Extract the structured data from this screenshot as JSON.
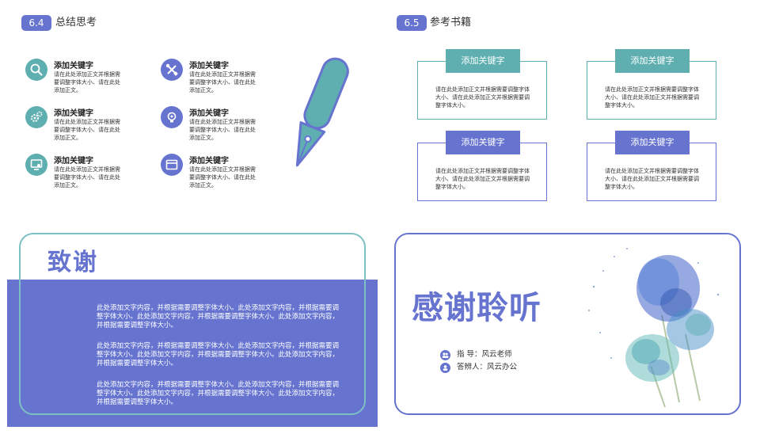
{
  "section_64": {
    "badge": "6.4",
    "title": "总结思考"
  },
  "section_65": {
    "badge": "6.5",
    "title": "参考书籍"
  },
  "keywords": [
    {
      "title": "添加关键字",
      "desc": "请在此处添加正文并根据需要调整字体大小、请在此处添加正文。",
      "icon": "search-icon"
    },
    {
      "title": "添加关键字",
      "desc": "请在此处添加正文并根据需要调整字体大小、请在此处添加正文。",
      "icon": "tools-icon"
    },
    {
      "title": "添加关键字",
      "desc": "请在此处添加正文并根据需要调整字体大小、请在此处添加正文。",
      "icon": "gears-icon"
    },
    {
      "title": "添加关键字",
      "desc": "请在此处添加正文并根据需要调整字体大小、请在此处添加正文。",
      "icon": "lightbulb-icon"
    },
    {
      "title": "添加关键字",
      "desc": "请在此处添加正文并根据需要调整字体大小、请在此处添加正文。",
      "icon": "monitor-icon"
    },
    {
      "title": "添加关键字",
      "desc": "请在此处添加正文并根据需要调整字体大小、请在此处添加正文。",
      "icon": "window-icon"
    }
  ],
  "books": [
    {
      "tag": "添加关键字",
      "desc": "请在此处添加正文并根据需要调整字体大小、请在此处添加正文并根据需要调整字体大小。"
    },
    {
      "tag": "添加关键字",
      "desc": "请在此处添加正文并根据需要调整字体大小、请在此处添加正文并根据需要调整字体大小。"
    },
    {
      "tag": "添加关键字",
      "desc": "请在此处添加正文并根据需要调整字体大小、请在此处添加正文并根据需要调整字体大小。"
    },
    {
      "tag": "添加关键字",
      "desc": "请在此处添加正文并根据需要调整字体大小、请在此处添加正文并根据需要调整字体大小。"
    }
  ],
  "thanks": {
    "title": "致谢",
    "paragraphs": [
      "此处添加文字内容，并根据需要调整字体大小。此处添加文字内容，并根据需要调整字体大小。此处添加文字内容，并根据需要调整字体大小。此处添加文字内容，并根据需要调整字体大小。",
      "此处添加文字内容，并根据需要调整字体大小。此处添加文字内容，并根据需要调整字体大小。此处添加文字内容，并根据需要调整字体大小。此处添加文字内容，并根据需要调整字体大小。",
      "此处添加文字内容，并根据需要调整字体大小。此处添加文字内容，并根据需要调整字体大小。此处添加文字内容，并根据需要调整字体大小。此处添加文字内容，并根据需要调整字体大小。"
    ]
  },
  "ending": {
    "title": "感谢聆听",
    "advisor": "指  导：风云老师",
    "defender": "答辨人：风云办公"
  },
  "colors": {
    "accent_blue": "#6674d0",
    "accent_teal": "#5fafb1"
  }
}
